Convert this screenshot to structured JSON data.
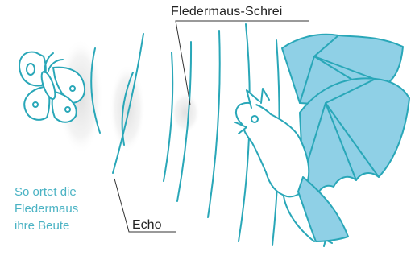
{
  "labels": {
    "scream": "Fledermaus-Schrei",
    "echo": "Echo"
  },
  "caption": {
    "lines": [
      "So ortet die",
      "Fledermaus",
      "ihre Beute"
    ]
  },
  "colors": {
    "stroke": "#29a7b8",
    "bat_fill": "#8fd0e6",
    "caption_text": "#4bb3c4",
    "label_text": "#222222",
    "echo_glow": "#dcdcdc"
  },
  "icons": {
    "moth": "moth-icon",
    "bat": "bat-icon"
  }
}
